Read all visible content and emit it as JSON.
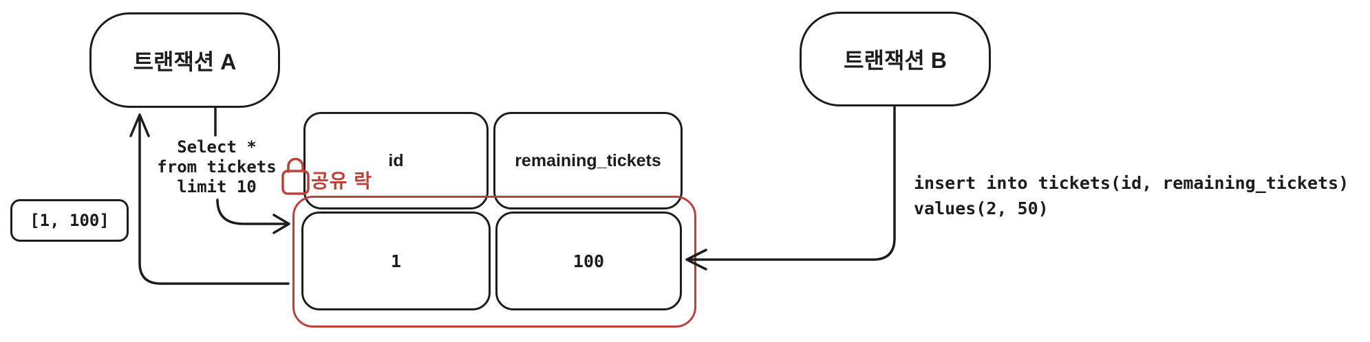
{
  "diagram": {
    "transaction_a": {
      "label": "트랜잭션 A"
    },
    "transaction_b": {
      "label": "트랜잭션 B"
    },
    "select_query_lines": [
      "Select *",
      "from tickets",
      "limit 10"
    ],
    "insert_query_lines": [
      "insert into tickets(id, remaining_tickets)",
      "values(2, 50)"
    ],
    "result_box_label": "[1, 100]",
    "shared_lock_label": "공유 락",
    "table": {
      "headers": [
        "id",
        "remaining_tickets"
      ],
      "rows": [
        [
          "1",
          "100"
        ]
      ]
    },
    "colors": {
      "ink": "#1c1c1c",
      "accent_red": "#bc4037",
      "background": "#ffffff"
    }
  }
}
